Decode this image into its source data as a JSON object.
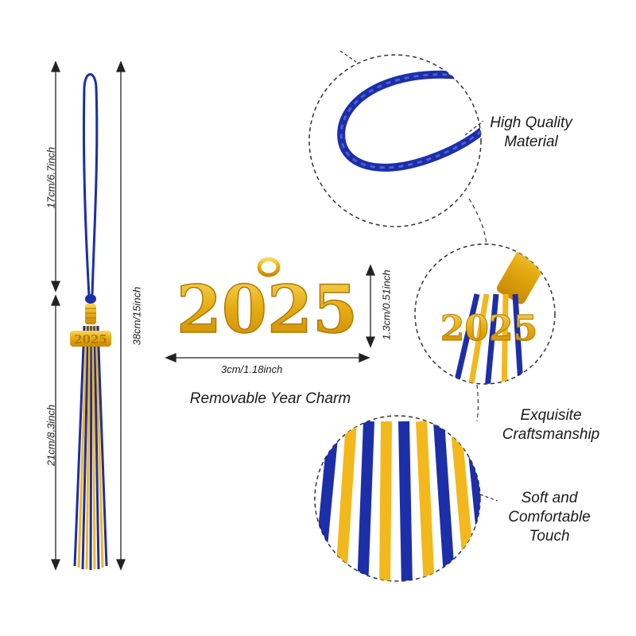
{
  "colors": {
    "blue": "#1c2ea8",
    "gold": "#f2b81c",
    "charm_gold": "#e0a80e",
    "arrow": "#222222",
    "dash": "#333333"
  },
  "dimensions": {
    "cord_length": "17cm/6.7inch",
    "fringe_length": "21cm/8.3inch",
    "total_length": "38cm/15inch",
    "charm_width": "3cm/1.18inch",
    "charm_height": "1.3cm/0.51inch"
  },
  "charm": {
    "year": "2025",
    "caption": "Removable Year Charm"
  },
  "features": {
    "material": [
      "High Quality",
      "Material"
    ],
    "craft": [
      "Exquisite",
      "Craftsmanship"
    ],
    "touch": [
      "Soft and",
      "Comfortable",
      "Touch"
    ]
  }
}
